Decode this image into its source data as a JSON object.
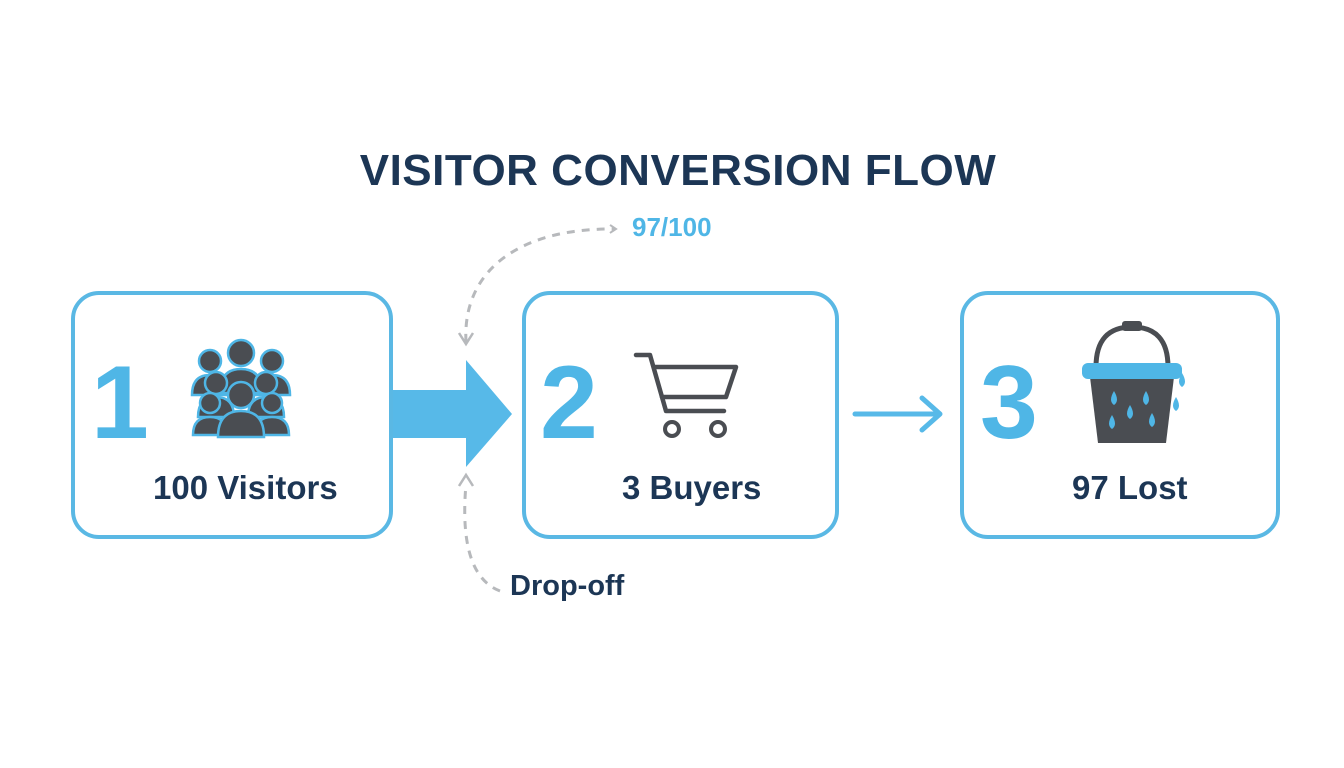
{
  "diagram": {
    "title": "VISITOR CONVERSION FLOW",
    "stages": [
      {
        "number": "1",
        "label": "100 Visitors",
        "icon": "people-group-icon"
      },
      {
        "number": "2",
        "label": "3 Buyers",
        "icon": "shopping-cart-icon"
      },
      {
        "number": "3",
        "label": "97 Lost",
        "icon": "leaking-bucket-icon"
      }
    ],
    "annotations": {
      "loss_ratio": "97/100",
      "dropoff": "Drop-off"
    },
    "colors": {
      "accent": "#4fb6e6",
      "border": "#5ab8e4",
      "text_dark": "#1c3655",
      "icon_gray": "#4a4d52",
      "dashed": "#b7b9bc"
    }
  }
}
